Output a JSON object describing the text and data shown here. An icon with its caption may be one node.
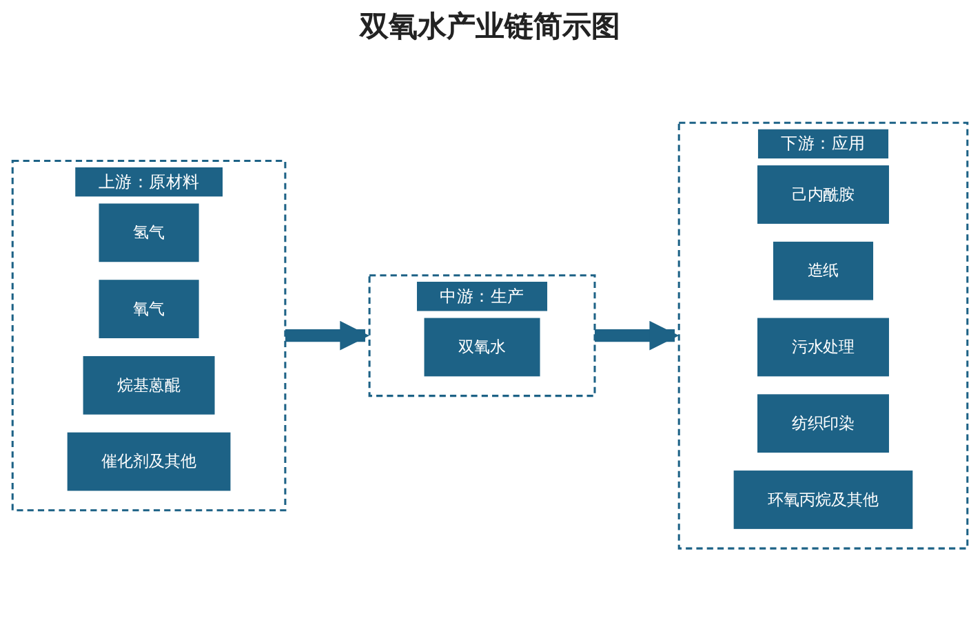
{
  "diagram": {
    "title": "双氧水产业链简示图",
    "nodes": [
      {
        "text": [
          "上游：原材料"
        ]
      },
      {
        "text": [
          "氢气"
        ],
        "in": 0
      },
      {
        "text": [
          "氧气"
        ],
        "in": 0
      },
      {
        "text": [
          "烷基蒽醌"
        ],
        "in": 0
      },
      {
        "text": [
          "催化剂及其他"
        ],
        "in": 0
      },
      {
        "text": [
          "中游：生产"
        ]
      },
      {
        "text": [
          "双氧水"
        ],
        "in": 5
      },
      {
        "text": [
          "下游：应用"
        ]
      },
      {
        "text": [
          "己内酰胺"
        ],
        "in": 7
      },
      {
        "text": [
          "造纸"
        ],
        "in": 7
      },
      {
        "text": [
          "污水处理"
        ],
        "in": 7
      },
      {
        "text": [
          "纺织印染"
        ],
        "in": 7
      },
      {
        "text": [
          "环氧丙烷及其他"
        ],
        "in": 7
      }
    ],
    "edges": [
      {
        "from": 0,
        "to": 5,
        "arrow": "to"
      },
      {
        "from": 5,
        "to": 7,
        "arrow": "to"
      }
    ]
  }
}
